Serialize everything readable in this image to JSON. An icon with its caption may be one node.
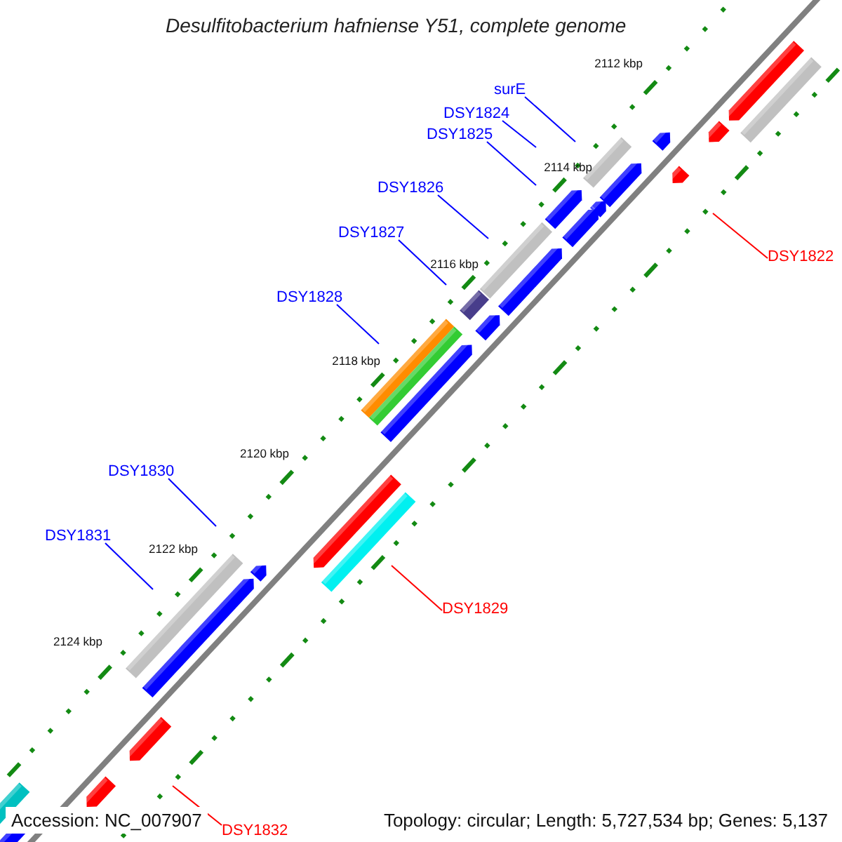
{
  "diagram": {
    "title": "Desulfitobacterium hafniense Y51, complete genome",
    "nodes": [
      {
        "text": [
          "surE"
        ]
      },
      {
        "text": [
          "DSY1824"
        ]
      },
      {
        "text": [
          "DSY1825"
        ]
      },
      {
        "text": [
          "DSY1826"
        ]
      },
      {
        "text": [
          "DSY1827"
        ]
      },
      {
        "text": [
          "DSY1822"
        ]
      },
      {
        "text": [
          "DSY1828"
        ]
      },
      {
        "text": [
          "DSY1830"
        ]
      },
      {
        "text": [
          "DSY1831"
        ]
      },
      {
        "text": [
          "DSY1829"
        ]
      },
      {
        "text": [
          "DSY1832"
        ]
      }
    ],
    "edges": [
      {
        "from": 0,
        "to": null,
        "arrow": "none"
      },
      {
        "from": 1,
        "to": null,
        "arrow": "none"
      },
      {
        "from": 2,
        "to": null,
        "arrow": "none"
      },
      {
        "from": 3,
        "to": null,
        "arrow": "none"
      },
      {
        "from": 4,
        "to": null,
        "arrow": "none"
      },
      {
        "from": 5,
        "to": null,
        "arrow": "none",
        "color": "#ff0000"
      },
      {
        "from": 6,
        "to": null,
        "arrow": "none"
      },
      {
        "from": 7,
        "to": null,
        "arrow": "none"
      },
      {
        "from": 8,
        "to": null,
        "arrow": "none"
      },
      {
        "from": 9,
        "to": null,
        "arrow": "none",
        "color": "#ff0000"
      },
      {
        "from": 10,
        "to": null,
        "arrow": "none",
        "color": "#ff0000"
      }
    ],
    "labels": [
      "2112 kbp",
      "2114 kbp",
      "2116 kbp",
      "2118 kbp",
      "2120 kbp",
      "2122 kbp",
      "2124 kbp",
      "Accession: NC_007907",
      "Topology: circular; Length: 5,727,534 bp; Genes: 5,137"
    ]
  }
}
